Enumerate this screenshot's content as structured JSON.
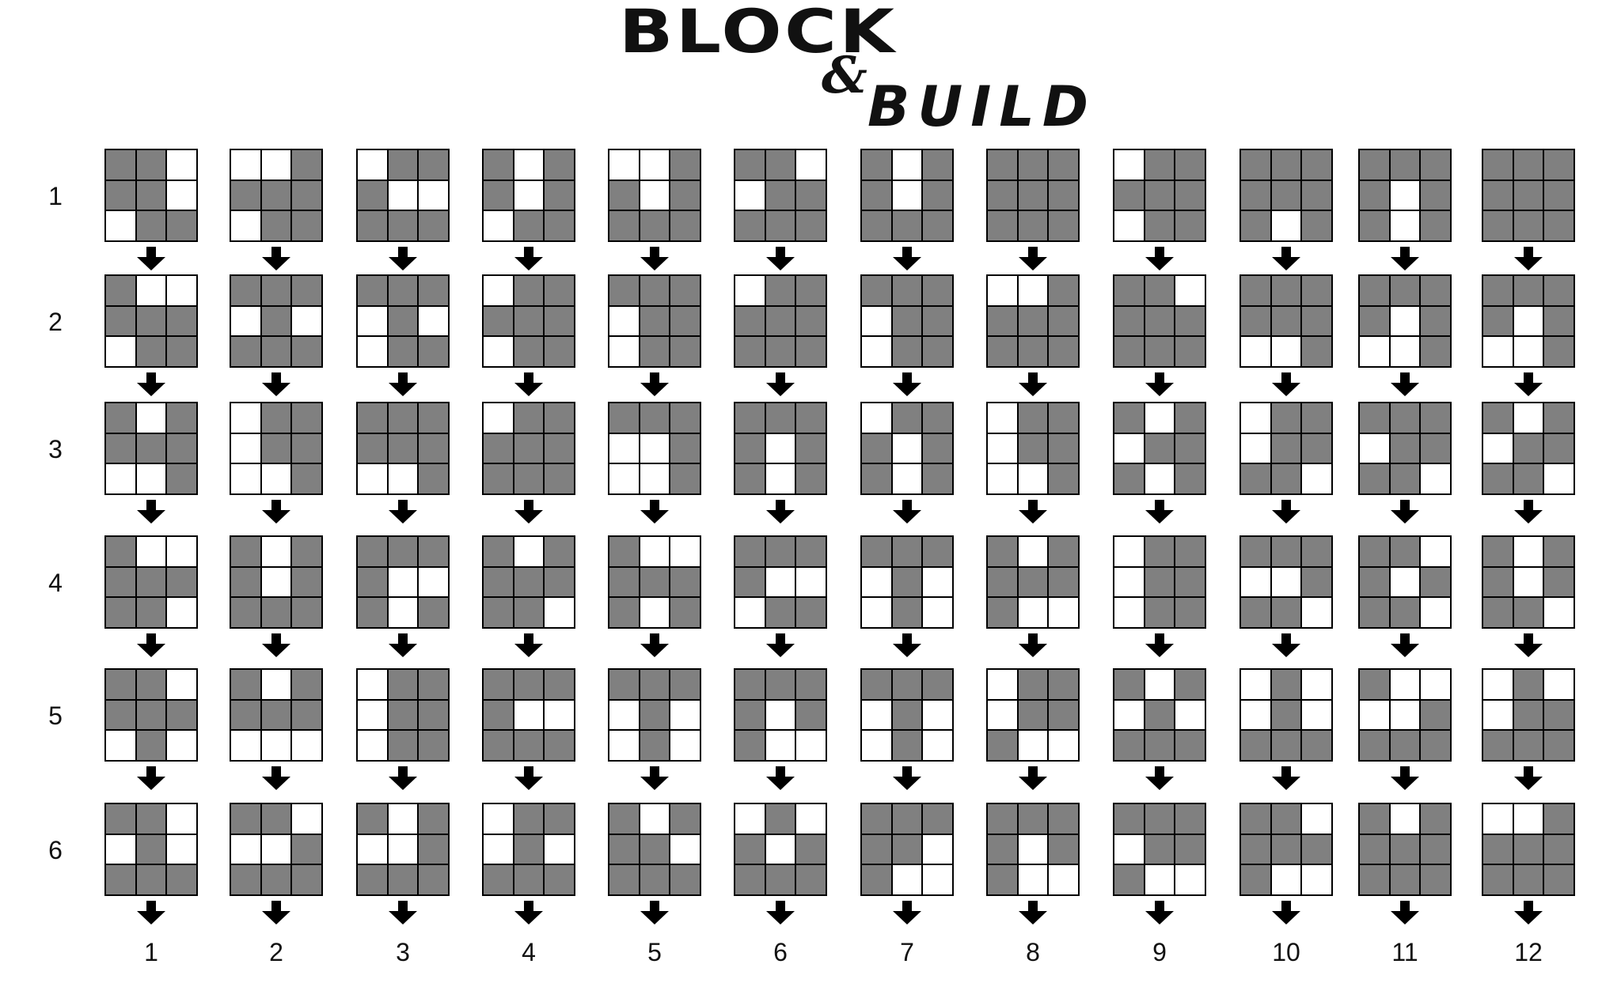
{
  "title": {
    "word1": "BLOCK",
    "amp": "&",
    "word2": "BUILD"
  },
  "row_labels": [
    "1",
    "2",
    "3",
    "4",
    "5",
    "6"
  ],
  "column_labels": [
    "1",
    "2",
    "3",
    "4",
    "5",
    "6",
    "7",
    "8",
    "9",
    "10",
    "11",
    "12"
  ],
  "colors": {
    "filled": "#808080",
    "empty": "#ffffff",
    "border": "#000000"
  },
  "grids": [
    [
      "110110011",
      "001111011",
      "011100111",
      "101101011",
      "001101111",
      "110011111",
      "101101111",
      "111111111",
      "011111011",
      "111111101",
      "111101101",
      "111111111"
    ],
    [
      "100111011",
      "111010111",
      "111010011",
      "011111011",
      "111011011",
      "011111111",
      "111011011",
      "001111111",
      "110111111",
      "111111001",
      "111101001",
      "111101001"
    ],
    [
      "101111001",
      "011011001",
      "111111001",
      "011111111",
      "111001001",
      "111101101",
      "011101101",
      "011011001",
      "101011101",
      "011011110",
      "111011110",
      "101011110"
    ],
    [
      "100111110",
      "101101111",
      "111100101",
      "101111110",
      "100111101",
      "111100011",
      "111010010",
      "101111100",
      "011011011",
      "111001110",
      "110101110",
      "101101110"
    ],
    [
      "110111010",
      "101111000",
      "011011011",
      "111100111",
      "111010010",
      "111101100",
      "111010010",
      "011011100",
      "101010111",
      "010010111",
      "100001111",
      "010011111"
    ],
    [
      "110010111",
      "110001111",
      "101001111",
      "011010111",
      "101110111",
      "010101111",
      "111110100",
      "111101100",
      "111011100",
      "110111100",
      "101111111",
      "001111111"
    ]
  ]
}
